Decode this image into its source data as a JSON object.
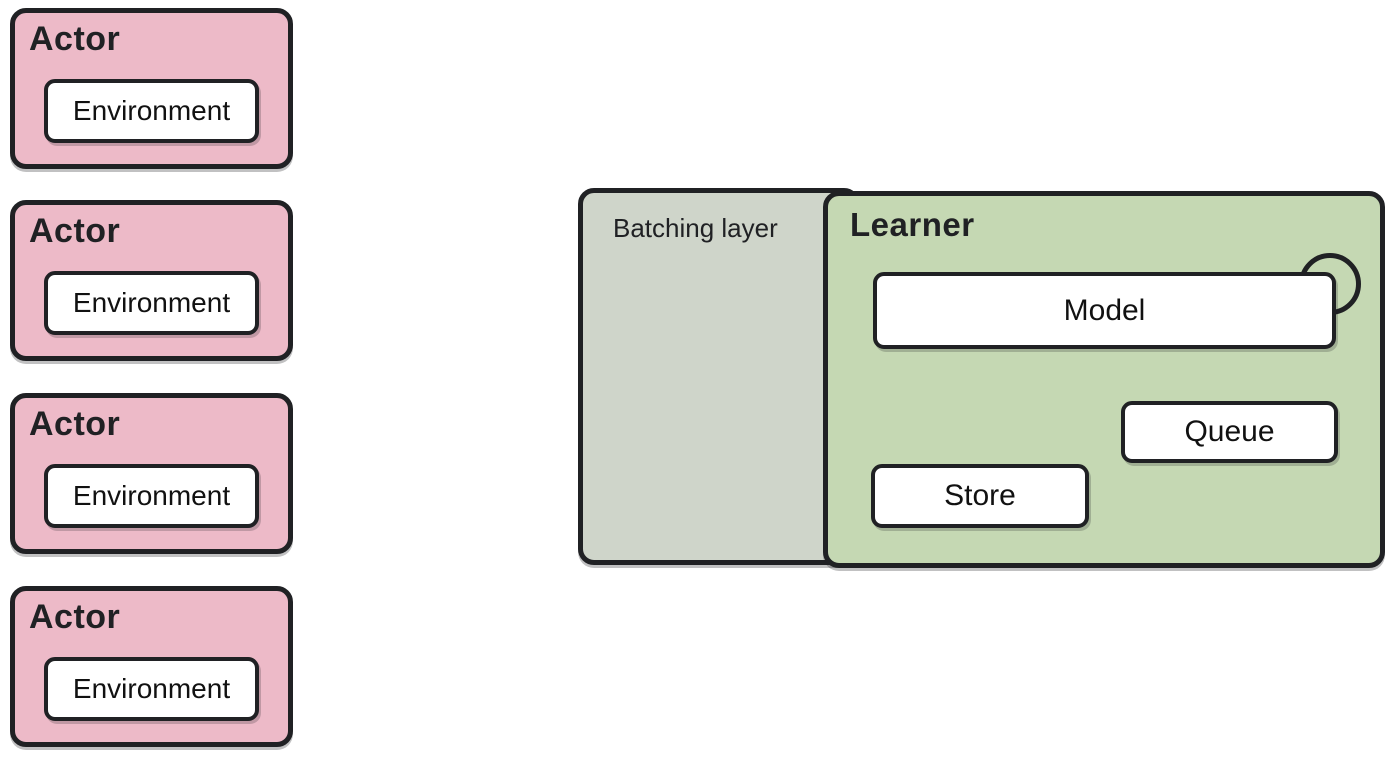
{
  "diagram": {
    "actors": [
      {
        "title": "Actor",
        "inner": "Environment"
      },
      {
        "title": "Actor",
        "inner": "Environment"
      },
      {
        "title": "Actor",
        "inner": "Environment"
      },
      {
        "title": "Actor",
        "inner": "Environment"
      }
    ],
    "batching_layer": {
      "label": "Batching layer"
    },
    "learner": {
      "title": "Learner",
      "model_label": "Model",
      "queue_label": "Queue",
      "store_label": "Store"
    },
    "colors": {
      "actor_fill": "#edbac8",
      "learner_fill": "#c5d8b3",
      "batching_fill": "#cfd5ca",
      "box_fill": "#ffffff",
      "border": "#202124",
      "text": "#202124"
    }
  }
}
